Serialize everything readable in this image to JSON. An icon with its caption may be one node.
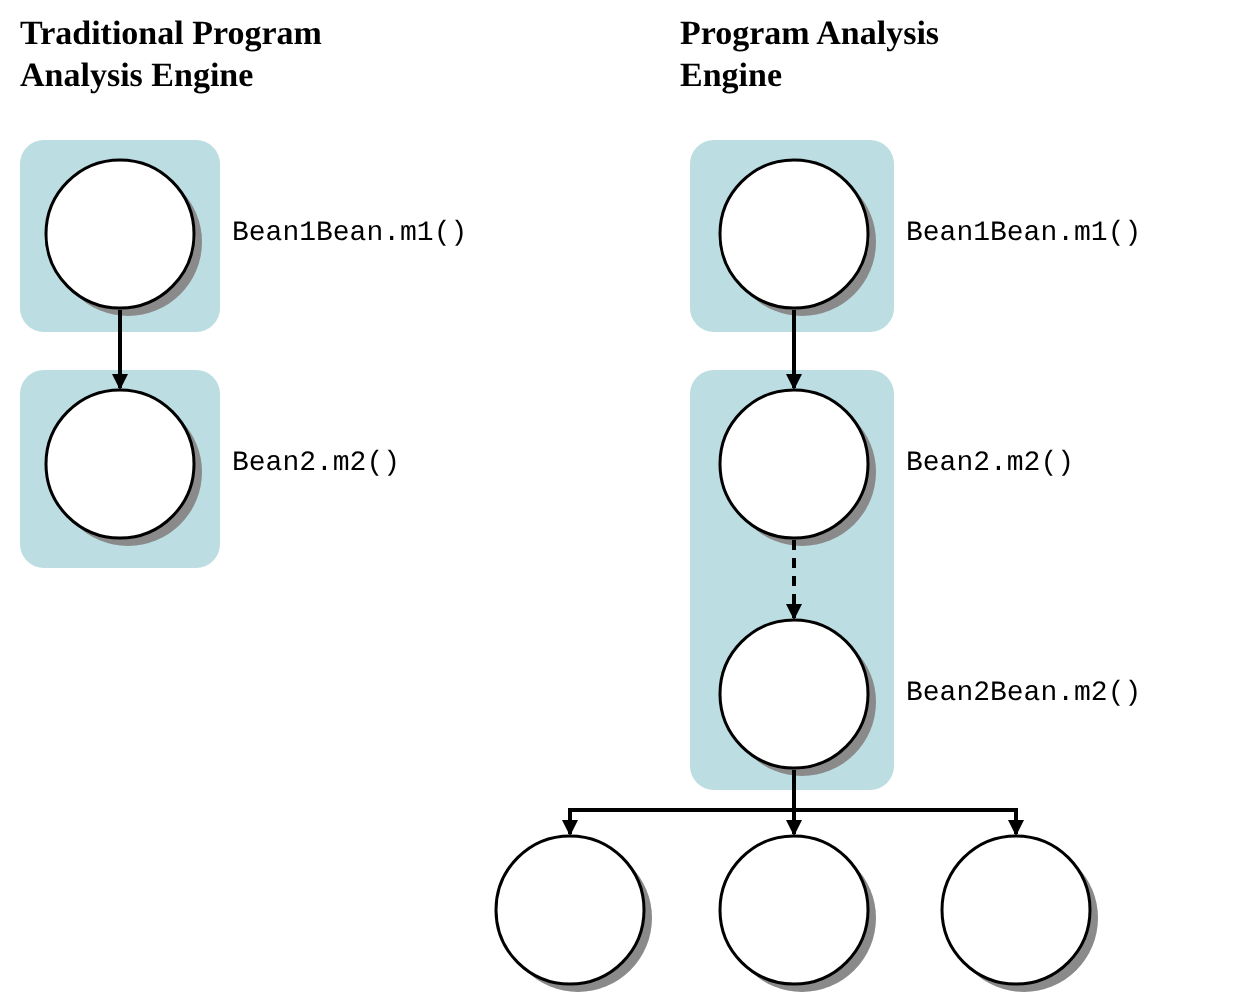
{
  "diagram": {
    "nodes": [
      {
        "text": [],
        "shape": "box"
      },
      {
        "text": [],
        "shape": "circle",
        "in": 0,
        "beside": [
          "Bean1Bean.m1()"
        ]
      },
      {
        "text": [],
        "shape": "box"
      },
      {
        "text": [],
        "shape": "circle",
        "in": 2,
        "beside": [
          "Bean2.m2()"
        ]
      },
      {
        "text": [],
        "shape": "box"
      },
      {
        "text": [],
        "shape": "circle",
        "in": 4,
        "beside": [
          "Bean1Bean.m1()"
        ]
      },
      {
        "text": [],
        "shape": "box"
      },
      {
        "text": [],
        "shape": "circle",
        "in": 6,
        "beside": [
          "Bean2.m2()"
        ]
      },
      {
        "text": [],
        "shape": "circle",
        "in": 6,
        "beside": [
          "Bean2Bean.m2()"
        ]
      },
      {
        "text": [],
        "shape": "circle"
      },
      {
        "text": [],
        "shape": "circle"
      },
      {
        "text": [],
        "shape": "circle"
      }
    ],
    "edges": [
      {
        "from": 1,
        "to": 3,
        "arrow": "to"
      },
      {
        "from": 5,
        "to": 7,
        "arrow": "to"
      },
      {
        "from": 7,
        "to": 8,
        "arrow": "to",
        "style": "dashed"
      },
      {
        "from": 8,
        "to": 9,
        "arrow": "to"
      },
      {
        "from": 8,
        "to": 10,
        "arrow": "to"
      },
      {
        "from": 8,
        "to": 11,
        "arrow": "to"
      }
    ],
    "labels": [
      "Traditional Program Analysis Engine",
      "Program Analysis Engine"
    ]
  }
}
